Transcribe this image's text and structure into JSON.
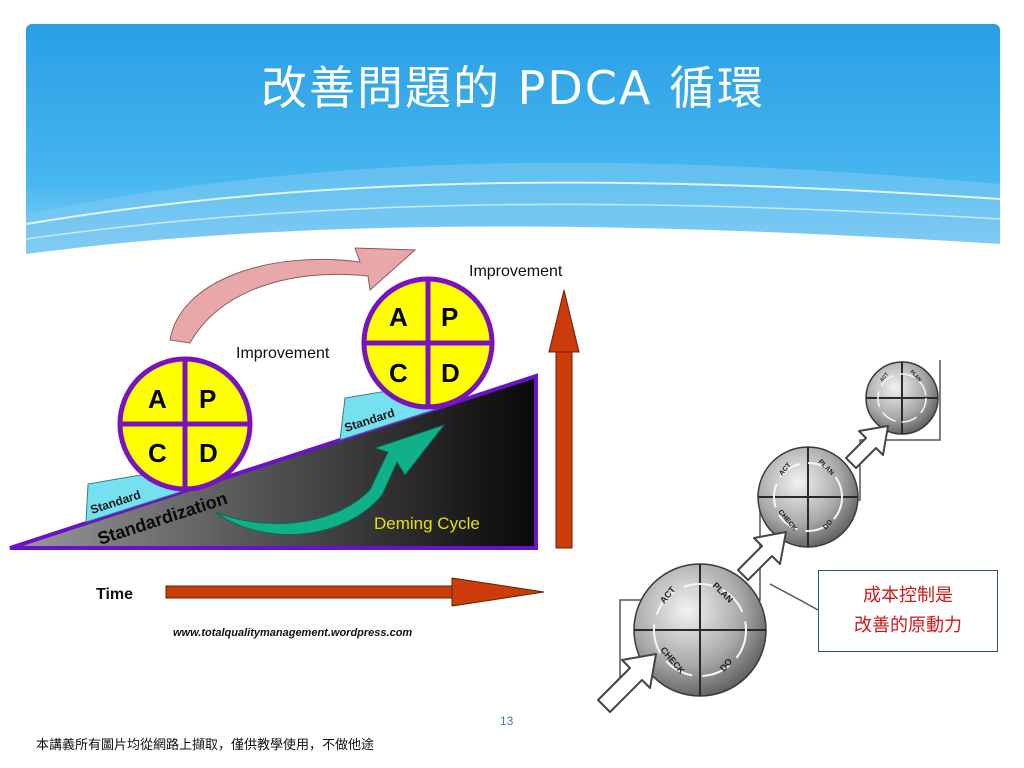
{
  "slide": {
    "title": "改善問題的 PDCA 循環",
    "page_number": "13",
    "footer_note": "本講義所有圖片均從網路上擷取，僅供教學使用，不做他途"
  },
  "colors": {
    "banner_top": "#2da5e8",
    "banner_bottom": "#8fd0f6",
    "wedge_border": "#6a12c8",
    "circle_fill": "#ffff00",
    "arrow_red": "#d04010",
    "standard_block": "#74e0f0",
    "swoosh_green": "#10b08a",
    "swoosh_pink": "#e8a8aa",
    "callout_text": "#d01818"
  },
  "deming_diagram": {
    "improvement_top": "Improvement",
    "improvement_mid": "Improvement",
    "standard_left": "Standard",
    "standard_right": "Standard",
    "standardization": "Standardization",
    "deming_cycle": "Deming Cycle",
    "time": "Time",
    "source_url": "www.totalqualitymanagement.wordpress.com",
    "cycle_small": {
      "a": "A",
      "p": "P",
      "c": "C",
      "d": "D"
    },
    "cycle_large": {
      "a": "A",
      "p": "P",
      "c": "C",
      "d": "D"
    }
  },
  "wheel_diagram": {
    "wheel_labels": [
      "ACT",
      "PLAN",
      "CHECK",
      "DO"
    ]
  },
  "callout": {
    "line1": "成本控制是",
    "line2": "改善的原動力"
  }
}
